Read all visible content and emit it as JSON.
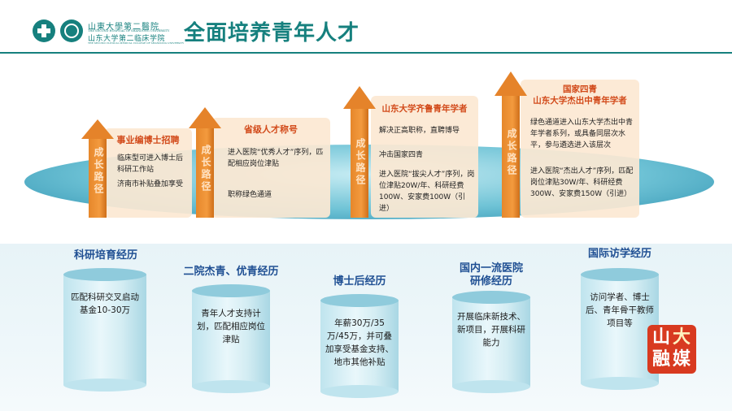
{
  "header": {
    "logo_line1": "山東大學第二醫院",
    "logo_line1_en": "THE SECOND HOSPITAL OF SHANDONG UNIVERSITY",
    "logo_line2": "山东大学第二临床学院",
    "logo_line2_en": "THE SECOND CLINICAL MEDICAL COLLEGE OF SHANDONG UNIVERSITY",
    "title": "全面培养青年人才"
  },
  "arrow_label": "成长路径",
  "stages": [
    {
      "title": "事业编博士招聘",
      "items": [
        "临床型可进入博士后科研工作站",
        "济南市补贴叠加享受"
      ]
    },
    {
      "title": "省级人才称号",
      "items": [
        "进入医院“优秀人才”序列，匹配相应岗位津贴",
        "职称绿色通道"
      ]
    },
    {
      "title": "山东大学齐鲁青年学者",
      "items": [
        "解决正高职称，直聘博导",
        "冲击国家四青",
        "进入医院“拔尖人才”序列，岗位津贴20W/年、科研经费100W、安家费100W（引进）"
      ]
    },
    {
      "title_line1": "国家四青",
      "title_line2": "山东大学杰出中青年学者",
      "items": [
        "绿色通道进入山东大学杰出中青年学者系列，或具备同层次水平，参与遴选进入该层次",
        "进入医院“杰出人才”序列，匹配岗位津贴30W/年、科研经费300W、安家费150W（引进）"
      ]
    }
  ],
  "experiences": [
    {
      "title": "科研培育经历",
      "text": "匹配科研交叉启动基金10-30万"
    },
    {
      "title": "二院杰青、优青经历",
      "text": "青年人才支持计划，匹配相应岗位津贴"
    },
    {
      "title": "博士后经历",
      "text": "年薪30万/35万/45万，并可叠加享受基金支持、地市其他补贴"
    },
    {
      "title_line1": "国内一流医院",
      "title_line2": "研修经历",
      "text": "开展临床新技术、新项目，开展科研能力"
    },
    {
      "title": "国际访学经历",
      "text": "访问学者、博士后、青年骨干教师项目等"
    }
  ],
  "watermark": {
    "chars": [
      "山",
      "大",
      "融",
      "媒"
    ]
  },
  "colors": {
    "teal": "#16807e",
    "orange": "#e5832a",
    "stage_title": "#d24a1a",
    "exp_title": "#1f4f93"
  }
}
